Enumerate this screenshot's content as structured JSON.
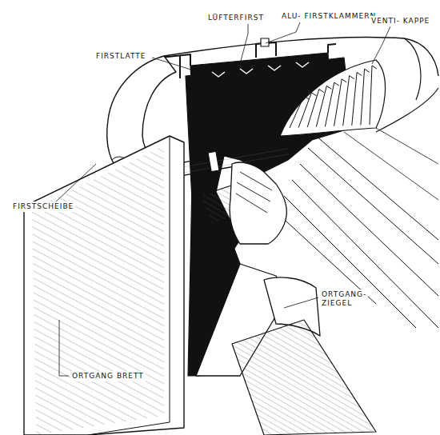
{
  "diagram": {
    "labels": [
      "LÜFTERFIRST",
      "FIRSTLATTE",
      "ALU- FIRSTKLAMMERN",
      "VENTI- KAPPE",
      "FIRSTSCHEIBE",
      "ORTGANG- ZIEGEL",
      "ORTGANG BRETT"
    ]
  }
}
